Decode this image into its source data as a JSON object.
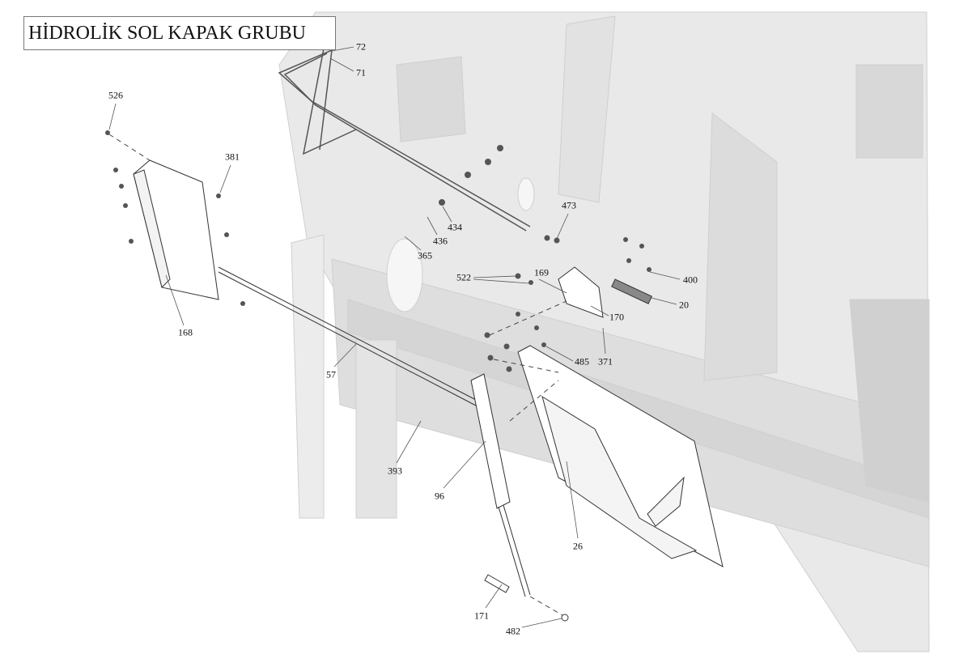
{
  "title": "HİDROLİK SOL KAPAK GRUBU",
  "callouts": [
    {
      "id": "72"
    },
    {
      "id": "71"
    },
    {
      "id": "526"
    },
    {
      "id": "381"
    },
    {
      "id": "473"
    },
    {
      "id": "434"
    },
    {
      "id": "436"
    },
    {
      "id": "365"
    },
    {
      "id": "522"
    },
    {
      "id": "169"
    },
    {
      "id": "400"
    },
    {
      "id": "20"
    },
    {
      "id": "170"
    },
    {
      "id": "168"
    },
    {
      "id": "485"
    },
    {
      "id": "371"
    },
    {
      "id": "57"
    },
    {
      "id": "393"
    },
    {
      "id": "96"
    },
    {
      "id": "26"
    },
    {
      "id": "171"
    },
    {
      "id": "482"
    }
  ]
}
